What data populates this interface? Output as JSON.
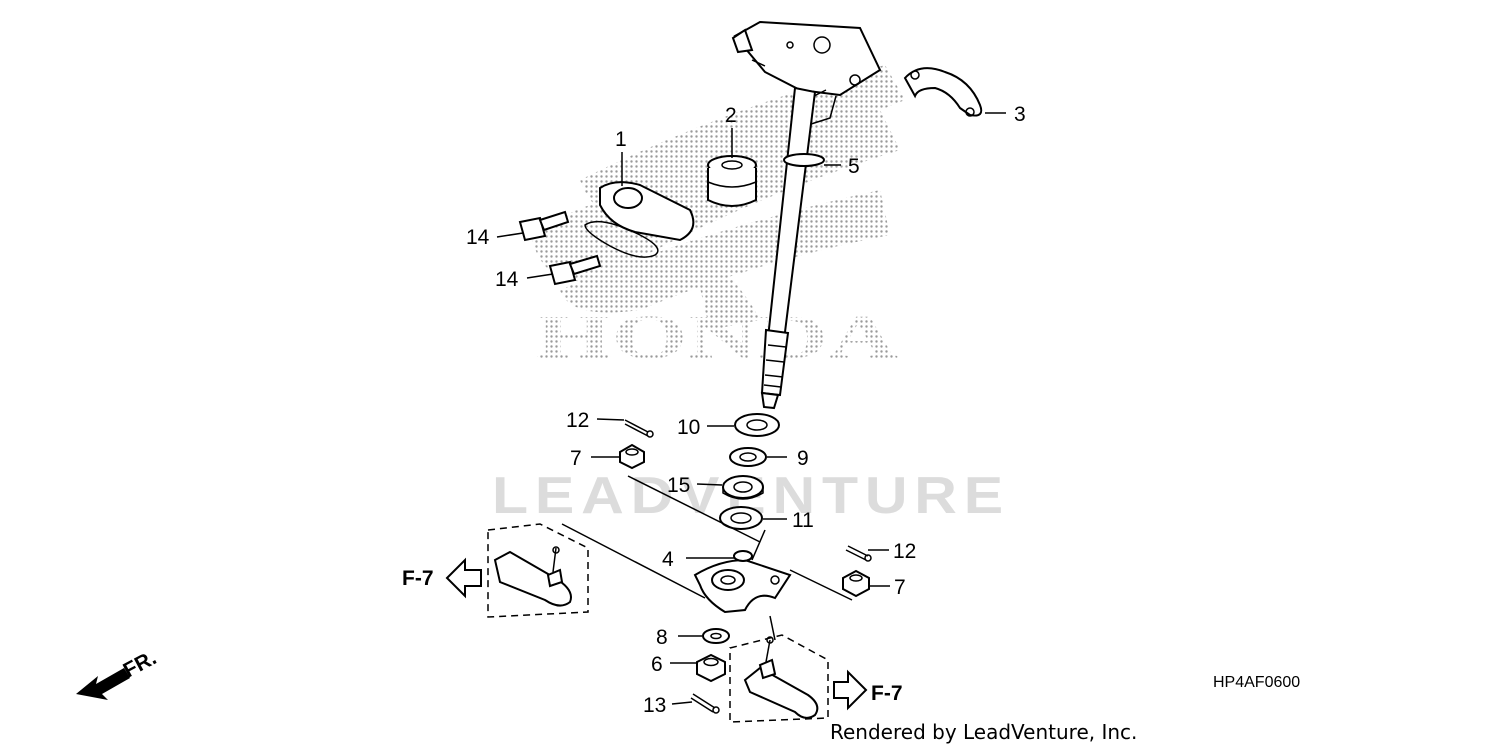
{
  "watermark": {
    "brand": "HONDA",
    "site": "LEADVENTURE"
  },
  "callouts": {
    "c1": "1",
    "c2": "2",
    "c3": "3",
    "c4": "4",
    "c5": "5",
    "c6": "6",
    "c7a": "7",
    "c7b": "7",
    "c8": "8",
    "c9": "9",
    "c10": "10",
    "c11": "11",
    "c12a": "12",
    "c12b": "12",
    "c13": "13",
    "c14a": "14",
    "c14b": "14",
    "c15": "15"
  },
  "refs": {
    "left": "F-7",
    "right": "F-7"
  },
  "direction_label": "FR.",
  "diagram_code": "HP4AF0600",
  "credit": "Rendered by LeadVenture, Inc."
}
